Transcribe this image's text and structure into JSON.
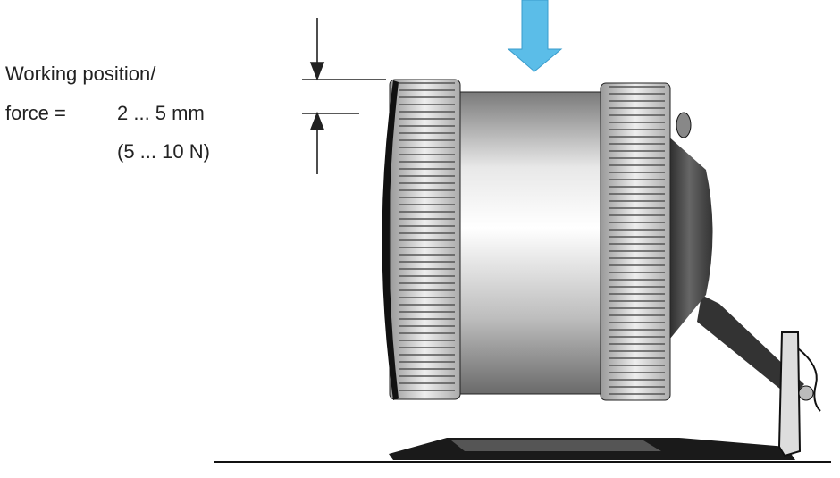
{
  "label": {
    "line1": "Working position/",
    "line2_prefix": "force =",
    "distance": "2 ... 5 mm",
    "force": "(5 ... 10 N)"
  },
  "colors": {
    "arrow": "#5bbde8",
    "line": "#222222"
  },
  "icons": [
    "force-direction-arrow",
    "dimension-arrow-down",
    "dimension-arrow-up"
  ]
}
